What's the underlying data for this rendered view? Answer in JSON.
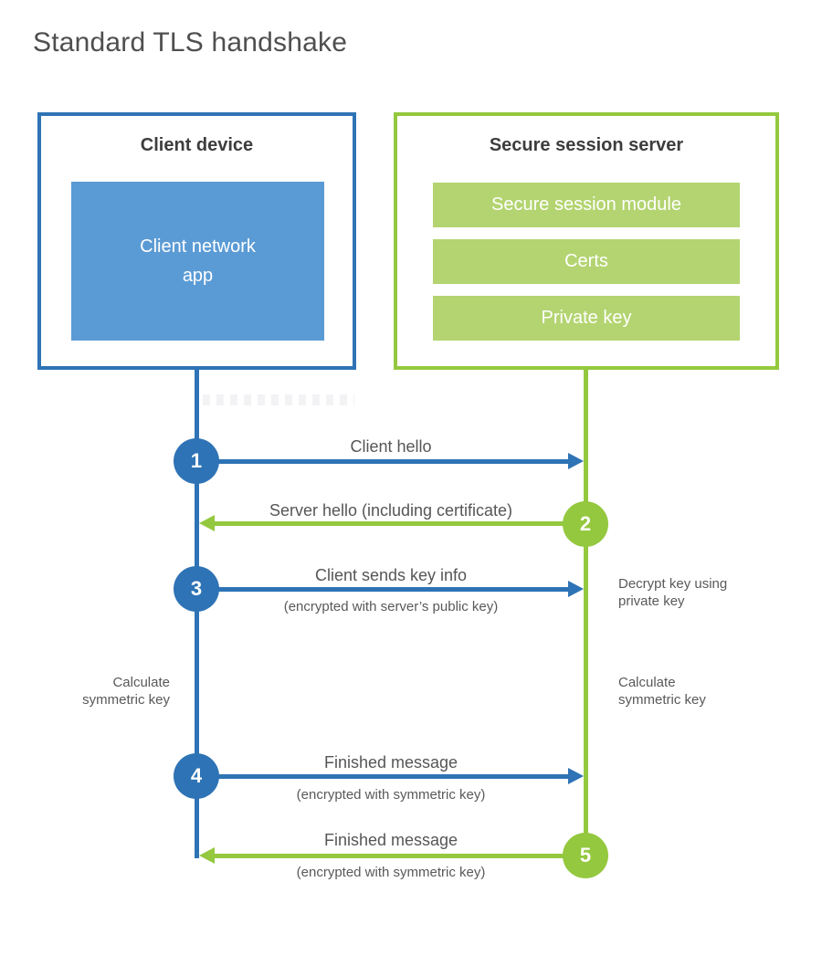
{
  "title": "Standard TLS handshake",
  "client": {
    "title": "Client device",
    "app_label": "Client network\napp"
  },
  "server": {
    "title": "Secure session server",
    "modules": [
      "Secure session module",
      "Certs",
      "Private key"
    ]
  },
  "messages": [
    {
      "step": "1",
      "direction": "client-to-server",
      "label": "Client hello",
      "sub": ""
    },
    {
      "step": "2",
      "direction": "server-to-client",
      "label": "Server hello (including certificate)",
      "sub": ""
    },
    {
      "step": "3",
      "direction": "client-to-server",
      "label": "Client sends key info",
      "sub": "(encrypted with server’s public key)"
    },
    {
      "step": "4",
      "direction": "client-to-server",
      "label": "Finished message",
      "sub": "(encrypted with symmetric key)"
    },
    {
      "step": "5",
      "direction": "server-to-client",
      "label": "Finished message",
      "sub": "(encrypted with symmetric key)"
    }
  ],
  "notes": {
    "decrypt_key": "Decrypt key using\nprivate key",
    "calculate_left": "Calculate\nsymmetric key",
    "calculate_right": "Calculate\nsymmetric key"
  },
  "colors": {
    "blue": "#2e73b5",
    "blue_fill": "#5b9bd5",
    "green": "#94c83e",
    "green_fill": "#b3d470"
  }
}
